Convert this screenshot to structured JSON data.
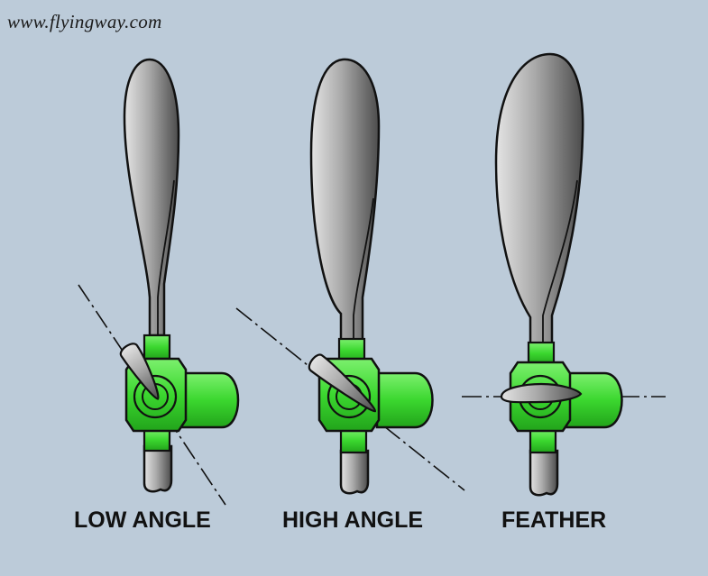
{
  "watermark": "www.flyingway.com",
  "captions": {
    "low": "LOW ANGLE",
    "high": "HIGH ANGLE",
    "feather": "FEATHER"
  },
  "colors": {
    "background": "#bccbd9",
    "blade_light": "#dedede",
    "blade_dark": "#555555",
    "hub_green": "#37d62c",
    "hub_green_dark": "#1e9a18",
    "outline": "#111111"
  }
}
